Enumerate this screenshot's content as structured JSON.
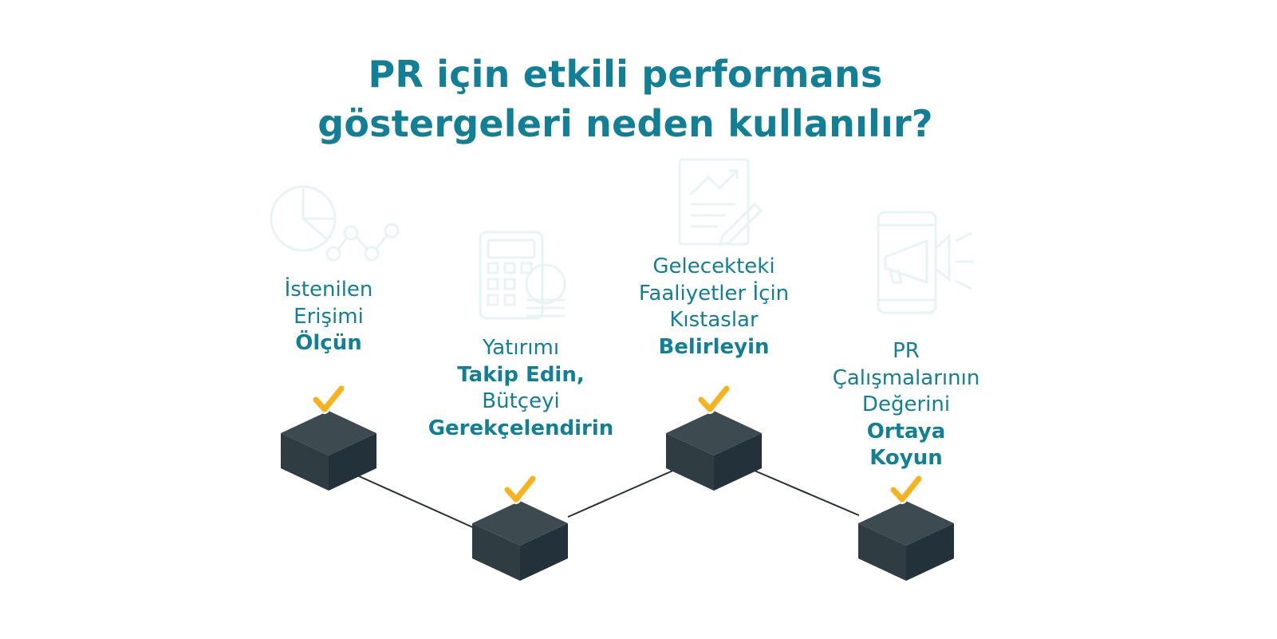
{
  "title": {
    "line1": "PR için etkili performans",
    "line2": "göstergeleri neden kullanılır?"
  },
  "steps": [
    {
      "icon": "pie-chart-network-icon",
      "lines": [
        {
          "text": "İstenilen",
          "bold": false
        },
        {
          "text": "Erişimi",
          "bold": false
        },
        {
          "text": "Ölçün",
          "bold": true
        }
      ]
    },
    {
      "icon": "calculator-coins-icon",
      "lines": [
        {
          "text": "Yatırımı",
          "bold": false
        },
        {
          "text": "Takip Edin,",
          "bold": true
        },
        {
          "text": "Bütçeyi",
          "bold": false
        },
        {
          "text": "Gerekçelendirin",
          "bold": true
        }
      ]
    },
    {
      "icon": "report-chart-pencil-icon",
      "lines": [
        {
          "text": "Gelecekteki",
          "bold": false
        },
        {
          "text": "Faaliyetler İçin",
          "bold": false
        },
        {
          "text": "Kıstaslar",
          "bold": false
        },
        {
          "text": "Belirleyin",
          "bold": true
        }
      ]
    },
    {
      "icon": "phone-megaphone-icon",
      "lines": [
        {
          "text": "PR",
          "bold": false
        },
        {
          "text": "Çalışmalarının",
          "bold": false
        },
        {
          "text": "Değerini",
          "bold": false
        },
        {
          "text": "Ortaya",
          "bold": true
        },
        {
          "text": "Koyun",
          "bold": true
        }
      ]
    }
  ],
  "colors": {
    "title": "#117f95",
    "text": "#117f95",
    "cube_top": "#3d4b50",
    "cube_left": "#2f3c41",
    "cube_right": "#22313a",
    "check": "#f7b21c",
    "connector": "#2a2f33",
    "watermark_icon": "#e8f3f3"
  }
}
